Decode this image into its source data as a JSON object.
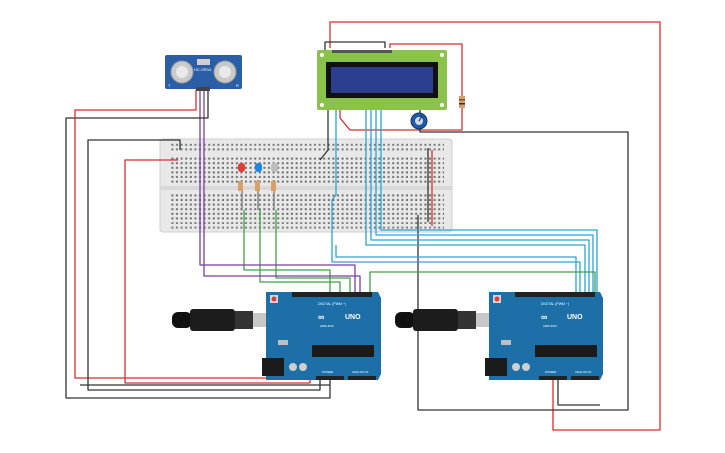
{
  "sensor": {
    "model": "HC-SR04",
    "pin_label_left": "T",
    "pin_label_right": "R"
  },
  "arduinos": [
    {
      "board": "UNO",
      "brand": "ARDUINO",
      "digital_header": "DIGITAL (PWM ~)",
      "power_header": "POWER",
      "analog_header": "ANALOG IN"
    },
    {
      "board": "UNO",
      "brand": "ARDUINO",
      "digital_header": "DIGITAL (PWM ~)",
      "power_header": "POWER",
      "analog_header": "ANALOG IN"
    }
  ],
  "leds": [
    {
      "name": "red",
      "color": "#e53935"
    },
    {
      "name": "blue",
      "color": "#1e88e5"
    },
    {
      "name": "white",
      "color": "#bdbdbd"
    }
  ],
  "colors": {
    "wire_red": "#d32f2f",
    "wire_black": "#333333",
    "wire_green": "#43a047",
    "wire_blue": "#29a3d6",
    "wire_purple": "#7b3fa0",
    "arduino_blue": "#1d6fa8",
    "lcd_green": "#8bc34a",
    "lcd_screen": "#2c3e8f",
    "sensor_blue": "#2a5fa8",
    "breadboard": "#e8e8e8"
  }
}
